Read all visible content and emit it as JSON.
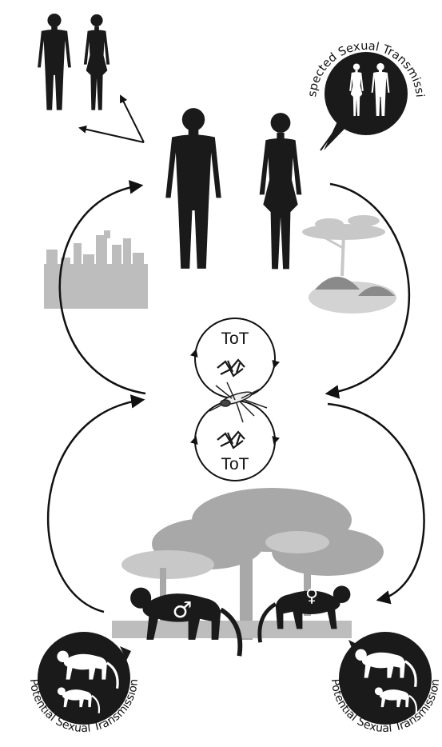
{
  "labels": {
    "top_right_arc": "Suspected Sexual Transmission",
    "bottom_left_arc": "Potential Sexual Transmission",
    "bottom_right_arc": "Potential Sexual Transmission",
    "tot_upper": "ToT",
    "tot_lower": "ToT",
    "male_symbol": "♂",
    "female_symbol": "♀"
  },
  "colors": {
    "silhouette": "#1a1a1a",
    "city": "#bdbdbd",
    "forest": "#a8a8a8",
    "forest_light": "#c8c8c8",
    "village": "#8a8a8a",
    "white": "#ffffff"
  }
}
